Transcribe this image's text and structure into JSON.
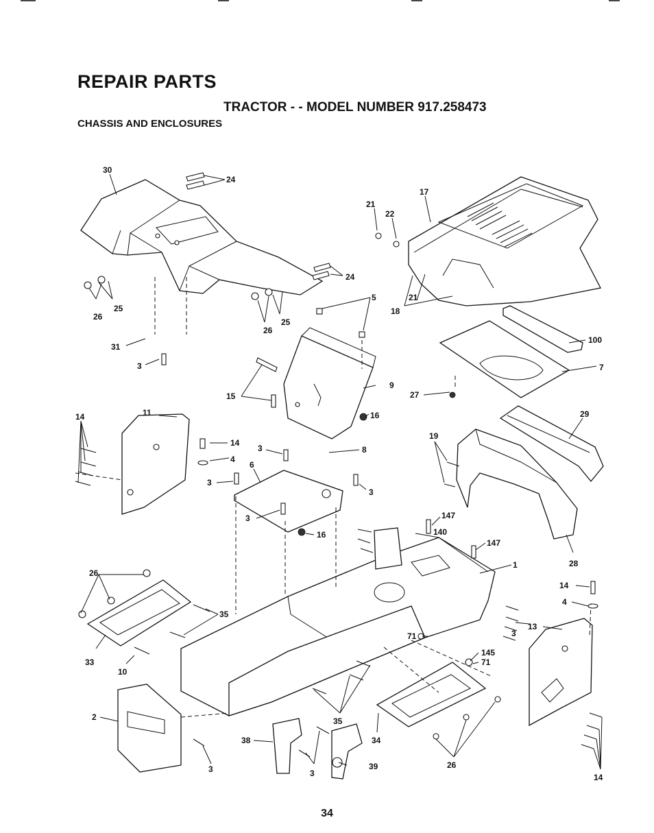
{
  "header": {
    "title": "REPAIR PARTS",
    "subtitle": "TRACTOR - - MODEL NUMBER 917.258473",
    "section": "CHASSIS AND ENCLOSURES"
  },
  "callouts": [
    "30",
    "24",
    "21",
    "22",
    "17",
    "24",
    "25",
    "26",
    "25",
    "26",
    "5",
    "18",
    "21",
    "31",
    "3",
    "100",
    "7",
    "9",
    "15",
    "27",
    "16",
    "11",
    "14",
    "14",
    "4",
    "3",
    "8",
    "29",
    "19",
    "6",
    "3",
    "3",
    "3",
    "16",
    "147",
    "140",
    "147",
    "1",
    "28",
    "26",
    "35",
    "14",
    "4",
    "13",
    "3",
    "145",
    "71",
    "71",
    "33",
    "10",
    "2",
    "35",
    "34",
    "38",
    "3",
    "39",
    "26",
    "3",
    "14"
  ],
  "page_number": "34"
}
